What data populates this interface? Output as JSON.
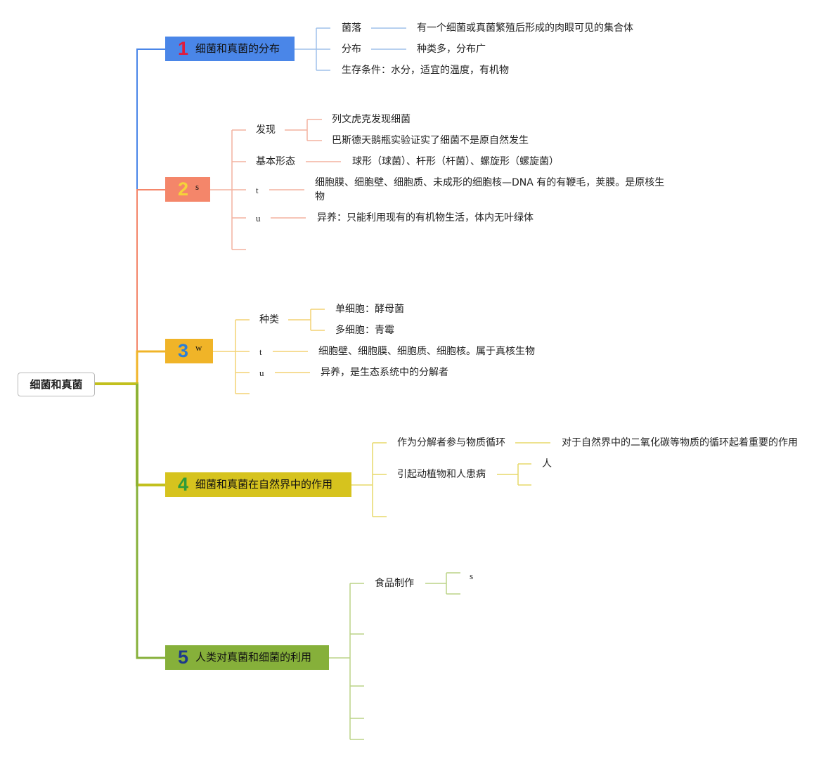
{
  "root": {
    "label": "细菌和真菌"
  },
  "branches": [
    {
      "number": "1",
      "label": "细菌和真菌的分布",
      "color": "#4a86e8",
      "number_color": "#e01b3c",
      "items": [
        {
          "label": "菌落",
          "detail": "有一个细菌或真菌繁殖后形成的肉眼可见的集合体"
        },
        {
          "label": "分布",
          "detail": "种类多，分布广"
        },
        {
          "label": "生存条件：水分，适宜的温度，有机物"
        }
      ]
    },
    {
      "number": "2",
      "label": "s",
      "color": "#f4866a",
      "number_color": "#f5d23a",
      "items": [
        {
          "label": "发现",
          "details": [
            "列文虎克发现细菌",
            "巴斯德天鹅瓶实验证实了细菌不是原自然发生"
          ]
        },
        {
          "label": "基本形态",
          "detail": "球形（球菌）、杆形（杆菌）、螺旋形（螺旋菌）"
        },
        {
          "label": "t",
          "detail_line1": "细胞膜、细胞壁、细胞质、未成形的细胞核—DNA 有的有鞭毛，荚膜。是原核生",
          "detail_line2": "物"
        },
        {
          "label": "u",
          "detail": "异养：只能利用现有的有机物生活，体内无叶绿体"
        }
      ]
    },
    {
      "number": "3",
      "label": "w",
      "color": "#f0b428",
      "number_color": "#2b7fd6",
      "items": [
        {
          "label": "种类",
          "details": [
            "单细胞：酵母菌",
            "多细胞：青霉"
          ]
        },
        {
          "label": "t",
          "detail": "细胞壁、细胞膜、细胞质、细胞核。属于真核生物"
        },
        {
          "label": "u",
          "detail": "异养，是生态系统中的分解者"
        }
      ]
    },
    {
      "number": "4",
      "label": "细菌和真菌在自然界中的作用",
      "color": "#d6c31e",
      "number_color": "#2e9b3a",
      "items": [
        {
          "label": "作为分解者参与物质循环",
          "detail": "对于自然界中的二氧化碳等物质的循环起着重要的作用"
        },
        {
          "label": "引起动植物和人患病",
          "details": [
            "人"
          ]
        }
      ]
    },
    {
      "number": "5",
      "label": "人类对真菌和细菌的利用",
      "color": "#86b03a",
      "number_color": "#1d3a8a",
      "items": [
        {
          "label": "食品制作",
          "details": [
            "s"
          ]
        }
      ]
    }
  ]
}
